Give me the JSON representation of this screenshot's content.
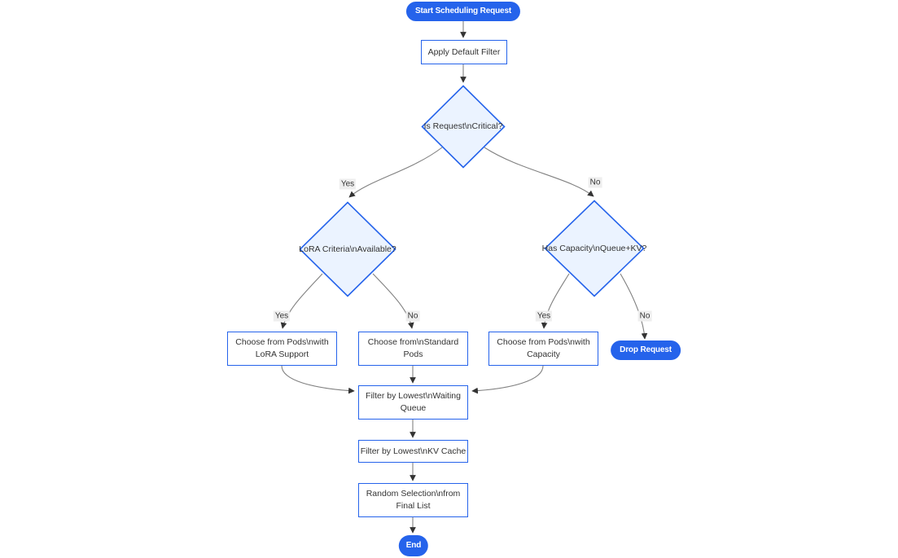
{
  "diagram": {
    "type": "flowchart",
    "direction": "top-down",
    "colors": {
      "primary": "#2563eb",
      "node_border": "#2563eb",
      "process_fill": "#ffffff",
      "decision_fill": "#ebf3ff",
      "terminal_fill": "#2563eb",
      "terminal_text": "#ffffff",
      "node_text": "#333333",
      "edge_line": "#808080",
      "arrowhead": "#333333",
      "edge_label_bg": "#eeeeee"
    },
    "nodes": [
      {
        "id": "start",
        "shape": "stadium",
        "label": "Start Scheduling Request"
      },
      {
        "id": "apply_filter",
        "shape": "rect",
        "label": "Apply Default Filter"
      },
      {
        "id": "is_critical",
        "shape": "diamond",
        "label": "Is Request\\nCritical?"
      },
      {
        "id": "lora_criteria",
        "shape": "diamond",
        "label": "LoRA Criteria\\nAvailable?"
      },
      {
        "id": "has_capacity",
        "shape": "diamond",
        "label": "Has Capacity\\nQueue+KV?"
      },
      {
        "id": "choose_lora",
        "shape": "rect",
        "label": "Choose from Pods\\nwith LoRA Support"
      },
      {
        "id": "choose_standard",
        "shape": "rect",
        "label": "Choose from\\nStandard Pods"
      },
      {
        "id": "choose_capacity",
        "shape": "rect",
        "label": "Choose from Pods\\nwith Capacity"
      },
      {
        "id": "drop_request",
        "shape": "stadium",
        "label": "Drop Request"
      },
      {
        "id": "filter_queue",
        "shape": "rect",
        "label": "Filter by Lowest\\nWaiting Queue"
      },
      {
        "id": "filter_kv",
        "shape": "rect",
        "label": "Filter by Lowest\\nKV Cache"
      },
      {
        "id": "random_select",
        "shape": "rect",
        "label": "Random Selection\\nfrom Final List"
      },
      {
        "id": "end",
        "shape": "stadium",
        "label": "End"
      }
    ],
    "edges": [
      {
        "from": "start",
        "to": "apply_filter",
        "label": ""
      },
      {
        "from": "apply_filter",
        "to": "is_critical",
        "label": ""
      },
      {
        "from": "is_critical",
        "to": "lora_criteria",
        "label": "Yes"
      },
      {
        "from": "is_critical",
        "to": "has_capacity",
        "label": "No"
      },
      {
        "from": "lora_criteria",
        "to": "choose_lora",
        "label": "Yes"
      },
      {
        "from": "lora_criteria",
        "to": "choose_standard",
        "label": "No"
      },
      {
        "from": "has_capacity",
        "to": "choose_capacity",
        "label": "Yes"
      },
      {
        "from": "has_capacity",
        "to": "drop_request",
        "label": "No"
      },
      {
        "from": "choose_lora",
        "to": "filter_queue",
        "label": ""
      },
      {
        "from": "choose_standard",
        "to": "filter_queue",
        "label": ""
      },
      {
        "from": "choose_capacity",
        "to": "filter_queue",
        "label": ""
      },
      {
        "from": "filter_queue",
        "to": "filter_kv",
        "label": ""
      },
      {
        "from": "filter_kv",
        "to": "random_select",
        "label": ""
      },
      {
        "from": "random_select",
        "to": "end",
        "label": ""
      }
    ],
    "edge_labels": [
      {
        "text": "Yes"
      },
      {
        "text": "No"
      },
      {
        "text": "Yes"
      },
      {
        "text": "No"
      },
      {
        "text": "Yes"
      },
      {
        "text": "No"
      }
    ]
  }
}
